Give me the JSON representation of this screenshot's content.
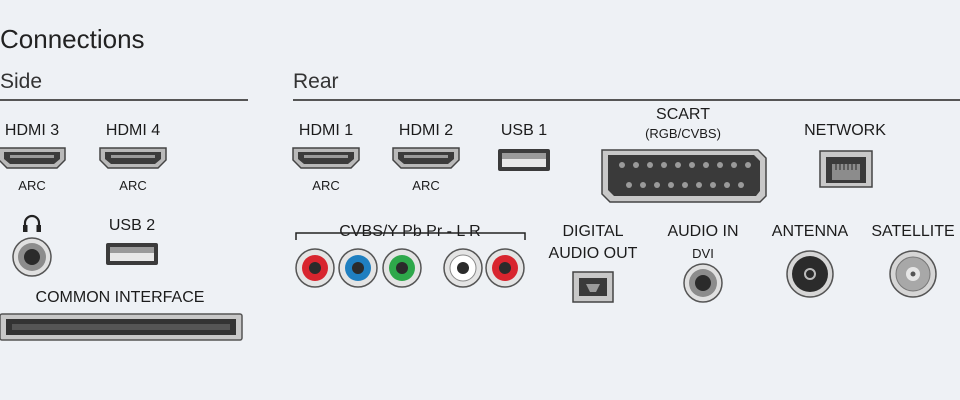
{
  "title": "Connections",
  "sections": {
    "side": "Side",
    "rear": "Rear"
  },
  "side": {
    "hdmi3": {
      "label": "HDMI 3",
      "sub": "ARC"
    },
    "hdmi4": {
      "label": "HDMI 4",
      "sub": "ARC"
    },
    "usb2": "USB 2",
    "headphone_icon": "headphones-icon",
    "common_interface": "COMMON INTERFACE"
  },
  "rear": {
    "hdmi1": {
      "label": "HDMI 1",
      "sub": "ARC"
    },
    "hdmi2": {
      "label": "HDMI 2",
      "sub": "ARC"
    },
    "usb1": "USB 1",
    "scart": {
      "label": "SCART",
      "sub": "(RGB/CVBS)"
    },
    "network": "NETWORK",
    "component_audio": "CVBS/Y Pb Pr - L R",
    "digital_audio_out": [
      "DIGITAL",
      "AUDIO OUT"
    ],
    "audio_in": {
      "label": "AUDIO IN",
      "sub": "DVI"
    },
    "antenna": "ANTENNA",
    "satellite": "SATELLITE"
  },
  "colors": {
    "red": "#d8252e",
    "blue": "#1f7fc0",
    "green": "#2ea84a",
    "white": "#ffffff",
    "port_body": "#3b3b3b",
    "port_ring": "#9a9a9a"
  }
}
